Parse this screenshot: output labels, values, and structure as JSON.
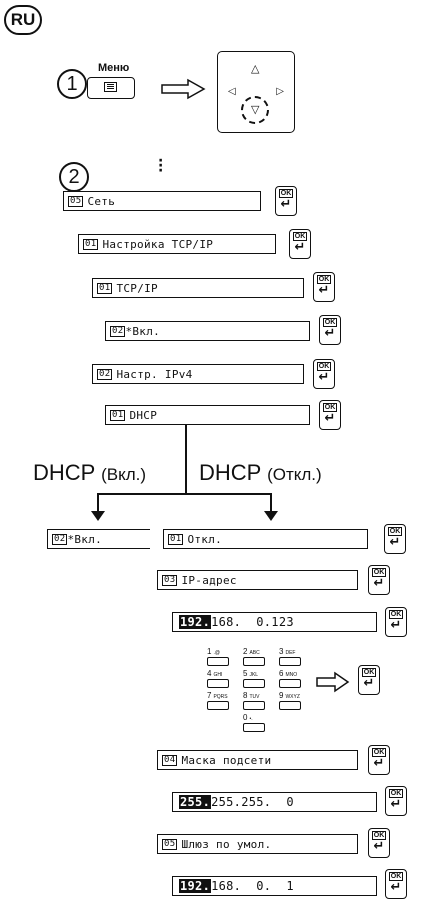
{
  "lang": "RU",
  "step1": {
    "num": "1",
    "menu_label": "Меню"
  },
  "step2": {
    "num": "2"
  },
  "ok": {
    "label": "OK",
    "arrow": "↵"
  },
  "screens": [
    {
      "num": "05",
      "text": "Сеть"
    },
    {
      "num": "01",
      "text": "Настройка TCP/IP"
    },
    {
      "num": "01",
      "text": "TCP/IP"
    },
    {
      "num": "02",
      "text": "*Вкл."
    },
    {
      "num": "02",
      "text": "Настр. IPv4"
    },
    {
      "num": "01",
      "text": "DHCP"
    }
  ],
  "branch": {
    "left": {
      "word": "DHCP",
      "paren": "(Вкл.)",
      "num": "02",
      "text": "*Вкл."
    },
    "right": {
      "word": "DHCP",
      "paren": "(Откл.)",
      "num": "01",
      "text": "Откл."
    }
  },
  "ip": {
    "num": "03",
    "label": "IP-адрес",
    "hl": "192.",
    "rest": "168.  0.123"
  },
  "keypad": [
    {
      "d": "1",
      "s": ".@"
    },
    {
      "d": "2",
      "s": "ABC"
    },
    {
      "d": "3",
      "s": "DEF"
    },
    {
      "d": "4",
      "s": "GHI"
    },
    {
      "d": "5",
      "s": "JKL"
    },
    {
      "d": "6",
      "s": "MNO"
    },
    {
      "d": "7",
      "s": "PQRS"
    },
    {
      "d": "8",
      "s": "TUV"
    },
    {
      "d": "9",
      "s": "WXYZ"
    },
    {
      "d": "0",
      "s": "•."
    }
  ],
  "mask": {
    "num": "04",
    "label": "Маска подсети",
    "hl": "255.",
    "rest": "255.255.  0"
  },
  "gateway": {
    "num": "05",
    "label": "Шлюз по умол.",
    "hl": "192.",
    "rest": "168.  0.  1"
  }
}
